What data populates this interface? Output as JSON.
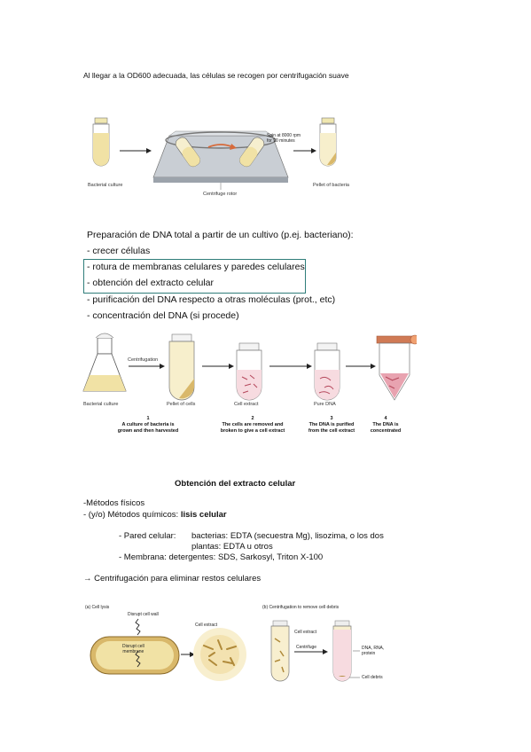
{
  "intro": "Al llegar a la OD600 adecuada, las células se recogen por centrifugación suave",
  "fig1": {
    "bacterial_culture": "Bacterial culture",
    "spin": "Spin at 8000 rpm\nfor 10 minutes",
    "rotor": "Centrifuge rotor",
    "pellet": "Pellet of bacteria"
  },
  "prep": {
    "title": "Preparación de DNA total a partir de un cultivo (p.ej. bacteriano):",
    "items": [
      "- crecer células",
      "- rotura de membranas celulares y paredes celulares",
      "- obtención del extracto celular",
      "- purificación del DNA respecto a otras moléculas (prot., etc)",
      "- concentración del DNA (si procede)"
    ]
  },
  "fig2": {
    "centrifugation": "Centrifugation",
    "labels": [
      "Bacterial culture",
      "Pellet of cells",
      "Cell extract",
      "Pure DNA"
    ],
    "steps": [
      {
        "num": "1",
        "text": "A culture of bacteria is\ngrown and then harvested"
      },
      {
        "num": "2",
        "text": "The cells are removed and\nbroken to give a cell extract"
      },
      {
        "num": "3",
        "text": "The DNA is purified\nfrom the cell extract"
      },
      {
        "num": "4",
        "text": "The DNA is\nconcentrated"
      }
    ]
  },
  "extract": {
    "title": "Obtención del extracto celular",
    "line1": "-Métodos físicos",
    "line2a": "- (y/o) Métodos químicos: ",
    "line2b": "lisis celular",
    "pared_label": "- Pared celular:",
    "pared_text1": "bacterias: EDTA (secuestra Mg), lisozima, o los dos",
    "pared_text2": "plantas: EDTA u otros",
    "membrana": "- Membrana: detergentes: SDS, Sarkosyl, Triton X-100",
    "arrow_line": "→ Centrifugación para eliminar restos celulares"
  },
  "fig3": {
    "a_title": "(a)  Cell lysis",
    "disrupt_wall": "Disrupt cell wall",
    "disrupt_membrane": "Disrupt cell\nmembrane",
    "cell_extract": "Cell extract",
    "b_title": "(b)  Centrifugation to remove cell debris",
    "b_cell_extract": "Cell extract",
    "centrifuge": "Centrifuge",
    "dna_rna": "DNA, RNA,\nprotein",
    "cell_debris": "Cell debris"
  }
}
